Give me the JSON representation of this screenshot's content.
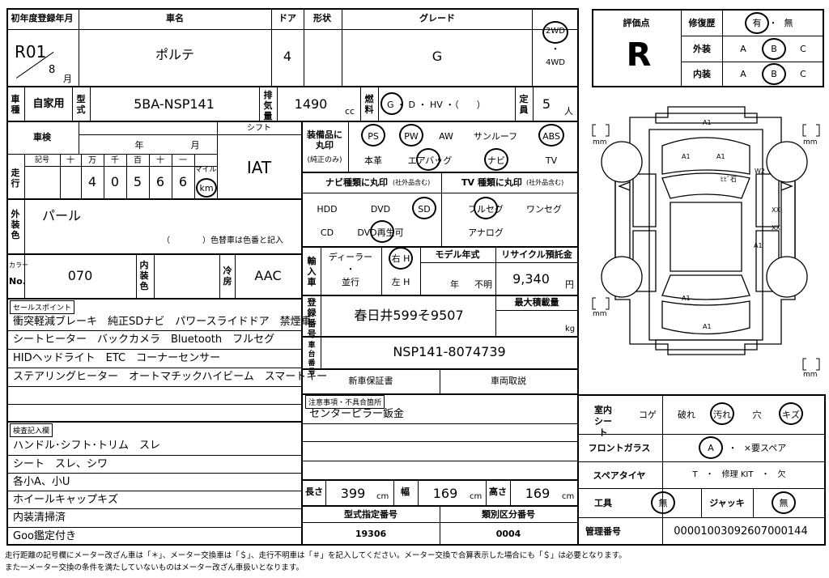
{
  "header": {
    "reg_label": "初年度登録年月",
    "reg_year": "R01",
    "reg_month": "8",
    "reg_month_unit": "月",
    "car_name_label": "車名",
    "car_name": "ポルテ",
    "doors_label": "ドア",
    "doors": "4",
    "shape_label": "形状",
    "grade_label": "グレード",
    "grade": "G",
    "drive_2wd": "2WD",
    "drive_dot": "・",
    "drive_4wd": "4WD"
  },
  "row2": {
    "kind_label": "車種",
    "kind": "自家用",
    "model_label": "型式",
    "model": "5BA-NSP141",
    "displacement_label": "排気量",
    "displacement": "1490",
    "cc": "cc",
    "fuel_label": "燃料",
    "fuel_options": "G ・ D ・ HV ・（　　）",
    "fuel_selected": "G",
    "capacity_label": "定員",
    "capacity": "5",
    "capacity_unit": "人"
  },
  "inspection": {
    "label": "車検",
    "year_unit": "年",
    "month_unit": "月",
    "shift_label": "シフト",
    "shift": "IAT"
  },
  "mileage": {
    "label": "走行",
    "sign_label": "記号",
    "digit_headers": [
      "十",
      "万",
      "千",
      "百",
      "十",
      "一"
    ],
    "digits": [
      "",
      "4",
      "0",
      "5",
      "6",
      "6"
    ],
    "mile": "マイル",
    "km": "km"
  },
  "exterior": {
    "label": "外装色",
    "color": "パール",
    "note": "（　　　　）色替車は色番と記入"
  },
  "color_row": {
    "label_top": "カラー",
    "label_bottom": "No.",
    "code": "070",
    "interior_label": "内装色",
    "ac_label": "冷房",
    "ac": "AAC"
  },
  "equipment": {
    "label": "装備品に丸印",
    "label_sub": "(純正のみ)",
    "items_row1": [
      "PS",
      "PW",
      "AW",
      "サンルーフ",
      "ABS"
    ],
    "items_row2": [
      "本革",
      "エアバッグ",
      "ナビ",
      "TV"
    ]
  },
  "navi": {
    "label": "ナビ種類に丸印",
    "label_sub": "(社外品含む)",
    "items_row1": [
      "HDD",
      "DVD",
      "SD"
    ],
    "items_row2": [
      "CD",
      "DVD再生可"
    ]
  },
  "tv": {
    "label": "TV 種類に丸印",
    "label_sub": "(社外品含む)",
    "items_row1": [
      "フルセグ",
      "ワンセグ"
    ],
    "items_row2": [
      "アナログ"
    ]
  },
  "import": {
    "label": "輸入車",
    "dealer": "ディーラー",
    "dot": "・",
    "parallel": "並行",
    "right": "右 H",
    "left": "左 H"
  },
  "model_year": {
    "label": "モデル年式",
    "year_unit": "年",
    "unknown": "不明"
  },
  "recycle": {
    "label": "リサイクル預託金",
    "value": "9,340",
    "unit": "円"
  },
  "registration": {
    "label": "登録番号",
    "plate": "春日井599そ9507",
    "max_load_label": "最大積載量",
    "max_load_unit": "kg"
  },
  "chassis": {
    "label": "車台番号",
    "value": "NSP141-8074739"
  },
  "warranty": {
    "new_car": "新車保証書",
    "manual": "車両取説"
  },
  "notes": {
    "label": "注意事項・不具合箇所",
    "lines": [
      "センターピラー鈑金",
      "",
      "",
      ""
    ]
  },
  "dimensions": {
    "length_label": "長さ",
    "length": "399",
    "width_label": "幅",
    "width": "169",
    "height_label": "高さ",
    "height": "169",
    "unit": "cm"
  },
  "type_numbers": {
    "designation_label": "型式指定番号",
    "designation": "19306",
    "category_label": "類別区分番号",
    "category": "0004"
  },
  "sales_points": {
    "label": "セールスポイント",
    "lines": [
      "衝突軽減ブレーキ　純正SDナビ　パワースライドドア　禁煙車",
      "シートヒーター　バックカメラ　Bluetooth　フルセグ",
      "HIDヘッドライト　ETC　コーナーセンサー",
      "ステアリングヒーター　オートマチックハイビーム　スマートキー",
      ""
    ]
  },
  "inspector": {
    "label": "検査記入欄",
    "lines": [
      "ハンドル･シフト･トリム　スレ",
      "シート　スレ、シワ",
      "各小A、小U",
      "ホイールキャップキズ",
      "内装清掃済",
      "Goo鑑定付き"
    ]
  },
  "score": {
    "label": "評価点",
    "value": "R",
    "repair_label": "修復歴",
    "repair_yes": "有",
    "repair_dot": "・",
    "repair_no": "無",
    "exterior_label": "外装",
    "interior_label": "内装",
    "grade_a": "A",
    "grade_b": "B",
    "grade_c": "C"
  },
  "diagram": {
    "marks": [
      "A1",
      "A1",
      "A1",
      "ﾋﾋﾞ石",
      "W2",
      "XX",
      "XX",
      "A1",
      "A1",
      "A1"
    ],
    "mm": "mm"
  },
  "interior_seat": {
    "label": "室内シート",
    "items": [
      "コゲ",
      "破れ",
      "汚れ",
      "穴",
      "キズ"
    ]
  },
  "windshield": {
    "label": "フロントガラス",
    "ok": "A",
    "dot": "・",
    "replace": "×要スペア"
  },
  "spare": {
    "label": "スペアタイヤ",
    "options": "T　・　修理 KIT　・　欠"
  },
  "tools": {
    "label": "工具",
    "value": "無",
    "jack_label": "ジャッキ",
    "jack_value": "無"
  },
  "management": {
    "label": "管理番号",
    "value": "00001003092607000144"
  },
  "footer": {
    "line1": "走行距離の記号欄にメーター改ざん車は「＊」、メーター交換車は「＄」、走行不明車は「＃」を記入してください。メーター交換で合算表示した場合にも「＄」は必要となります。",
    "line2": "また一メーター交換の条件を満たしていないものはメーター改ざん車扱いとなります。"
  }
}
